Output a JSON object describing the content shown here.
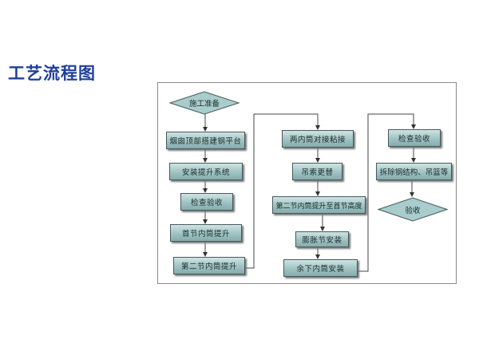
{
  "title": "工艺流程图",
  "column1": [
    "施工准备",
    "烟囱顶部搭建钢平台",
    "安装提升系统",
    "检查验收",
    "首节内筒提升",
    "第二节内筒提升"
  ],
  "column2": [
    "两内筒对接粘接",
    "吊索更替",
    "第二节内筒提升至首节高度",
    "膨胀节安装",
    "余下内筒安装"
  ],
  "column3": [
    "检查验收",
    "拆除钢结构、吊篮等",
    "验收"
  ],
  "colors": {
    "title": "#1f3f9a",
    "box": "#9fc2c2",
    "line": "#444444"
  }
}
